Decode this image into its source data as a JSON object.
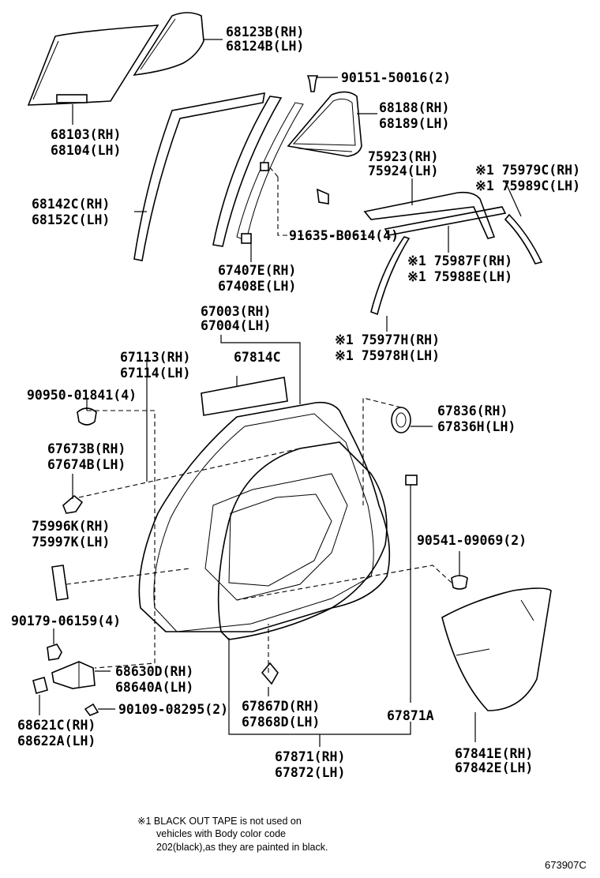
{
  "labels": {
    "l68123": [
      "68123B(RH)",
      "68124B(LH)"
    ],
    "l68103": [
      "68103(RH)",
      "68104(LH)"
    ],
    "l90151": [
      "90151-50016(2)"
    ],
    "l68188": [
      "68188(RH)",
      "68189(LH)"
    ],
    "l68142": [
      "68142C(RH)",
      "68152C(LH)"
    ],
    "l75923": [
      "75923(RH)",
      "75924(LH)"
    ],
    "l75979": [
      "※1 75979C(RH)",
      "※1 75989C(LH)"
    ],
    "l91635": [
      "91635-B0614(4)"
    ],
    "l67407": [
      "67407E(RH)",
      "67408E(LH)"
    ],
    "l75987": [
      "※1 75987F(RH)",
      "※1 75988E(LH)"
    ],
    "l67003": [
      "67003(RH)",
      "67004(LH)"
    ],
    "l75977": [
      "※1 75977H(RH)",
      "※1 75978H(LH)"
    ],
    "l67113": [
      "67113(RH)",
      "67114(LH)"
    ],
    "l67814": [
      "67814C"
    ],
    "l90950": [
      "90950-01841(4)"
    ],
    "l67836": [
      "67836(RH)",
      "67836H(LH)"
    ],
    "l67673": [
      "67673B(RH)",
      "67674B(LH)"
    ],
    "l75996": [
      "75996K(RH)",
      "75997K(LH)"
    ],
    "l90541": [
      "90541-09069(2)"
    ],
    "l90179": [
      "90179-06159(4)"
    ],
    "l68630": [
      "68630D(RH)",
      "68640A(LH)"
    ],
    "l90109": [
      "90109-08295(2)"
    ],
    "l67867": [
      "67867D(RH)",
      "67868D(LH)"
    ],
    "l67871a": [
      "67871A"
    ],
    "l68621": [
      "68621C(RH)",
      "68622A(LH)"
    ],
    "l67841": [
      "67841E(RH)",
      "67842E(LH)"
    ],
    "l67871": [
      "67871(RH)",
      "67872(LH)"
    ]
  },
  "note": {
    "line1": "※1 BLACK OUT TAPE is not used on",
    "line2": "vehicles with Body color code",
    "line3": "202(black),as they are painted in black."
  },
  "diagram_code": "673907C"
}
